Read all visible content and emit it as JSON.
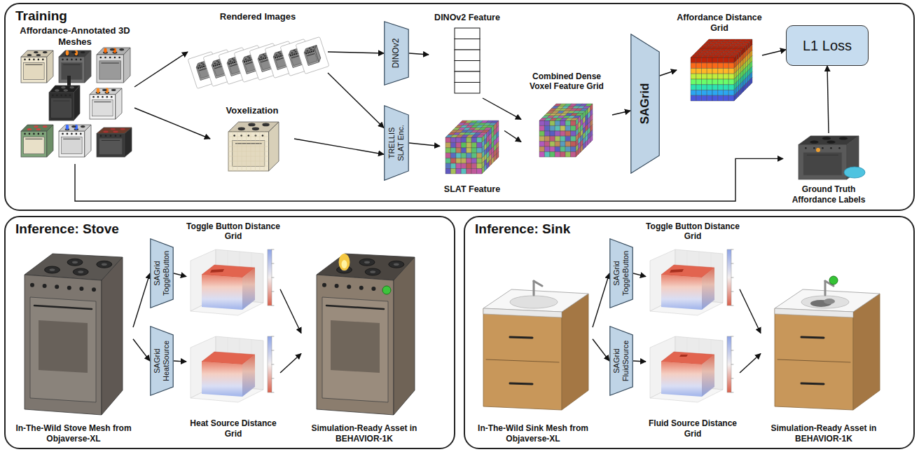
{
  "diagram": {
    "nodes": [
      {
        "text": [
          "Training"
        ]
      },
      {
        "text": [
          "Affordance-Annotated 3D Meshes"
        ],
        "in": 0
      },
      {
        "text": [
          "Rendered Images"
        ],
        "in": 0
      },
      {
        "text": [
          "Voxelization"
        ],
        "in": 0
      },
      {
        "text": [
          "DINOv2"
        ],
        "in": 0
      },
      {
        "text": [
          "TRELLIS SLAT Enc."
        ],
        "in": 0
      },
      {
        "text": [
          "DINOv2 Feature"
        ],
        "in": 0
      },
      {
        "text": [
          "SLAT Feature"
        ],
        "in": 0
      },
      {
        "text": [
          "Combined Dense Voxel Feature Grid"
        ],
        "in": 0
      },
      {
        "text": [
          "SAGrid"
        ],
        "in": 0
      },
      {
        "text": [
          "Affordance Distance Grid"
        ],
        "in": 0
      },
      {
        "text": [
          "L1 Loss"
        ],
        "in": 0
      },
      {
        "text": [
          "Ground Truth Affordance Labels"
        ],
        "in": 0
      },
      {
        "text": [
          "Inference: Stove"
        ]
      },
      {
        "text": [
          "In-The-Wild Stove Mesh from Objaverse-XL"
        ],
        "in": 13
      },
      {
        "text": [
          "SAGrid ToggleButton"
        ],
        "in": 13
      },
      {
        "text": [
          "SAGrid HeatSource"
        ],
        "in": 13
      },
      {
        "text": [
          "Toggle Button Distance Grid"
        ],
        "in": 13
      },
      {
        "text": [
          "Heat Source Distance Grid"
        ],
        "in": 13
      },
      {
        "text": [
          "Simulation-Ready Asset in BEHAVIOR-1K"
        ],
        "in": 13
      },
      {
        "text": [
          "Inference: Sink"
        ]
      },
      {
        "text": [
          "In-The-Wild Sink Mesh from Objaverse-XL"
        ],
        "in": 20
      },
      {
        "text": [
          "SAGrid ToggleButton"
        ],
        "in": 20
      },
      {
        "text": [
          "SAGrid FluidSource"
        ],
        "in": 20
      },
      {
        "text": [
          "Toggle Button Distance Grid"
        ],
        "in": 20
      },
      {
        "text": [
          "Fluid Source Distance Grid"
        ],
        "in": 20
      },
      {
        "text": [
          "Simulation-Ready Asset in BEHAVIOR-1K"
        ],
        "in": 20
      }
    ],
    "edges": [
      {
        "from": 1,
        "to": 2,
        "arrow": "to"
      },
      {
        "from": 1,
        "to": 3,
        "arrow": "to"
      },
      {
        "from": 2,
        "to": 4,
        "arrow": "to"
      },
      {
        "from": 2,
        "to": 5,
        "arrow": "to"
      },
      {
        "from": 3,
        "to": 5,
        "arrow": "to"
      },
      {
        "from": 4,
        "to": 6,
        "arrow": "to"
      },
      {
        "from": 5,
        "to": 7,
        "arrow": "to"
      },
      {
        "from": 6,
        "to": 8,
        "arrow": "to"
      },
      {
        "from": 7,
        "to": 8,
        "arrow": "to"
      },
      {
        "from": 8,
        "to": 9,
        "arrow": "to"
      },
      {
        "from": 9,
        "to": 10,
        "arrow": "to"
      },
      {
        "from": 10,
        "to": 11,
        "arrow": "to"
      },
      {
        "from": 12,
        "to": 11,
        "arrow": "to"
      },
      {
        "from": 1,
        "to": 12,
        "arrow": "to"
      },
      {
        "from": 14,
        "to": 15,
        "arrow": "to"
      },
      {
        "from": 14,
        "to": 16,
        "arrow": "to"
      },
      {
        "from": 15,
        "to": 17,
        "arrow": "to"
      },
      {
        "from": 16,
        "to": 18,
        "arrow": "to"
      },
      {
        "from": 17,
        "to": 19,
        "arrow": "to"
      },
      {
        "from": 18,
        "to": 19,
        "arrow": "to"
      },
      {
        "from": 21,
        "to": 22,
        "arrow": "to"
      },
      {
        "from": 21,
        "to": 23,
        "arrow": "to"
      },
      {
        "from": 22,
        "to": 24,
        "arrow": "to"
      },
      {
        "from": 23,
        "to": 25,
        "arrow": "to"
      },
      {
        "from": 24,
        "to": 26,
        "arrow": "to"
      },
      {
        "from": 25,
        "to": 26,
        "arrow": "to"
      }
    ]
  }
}
